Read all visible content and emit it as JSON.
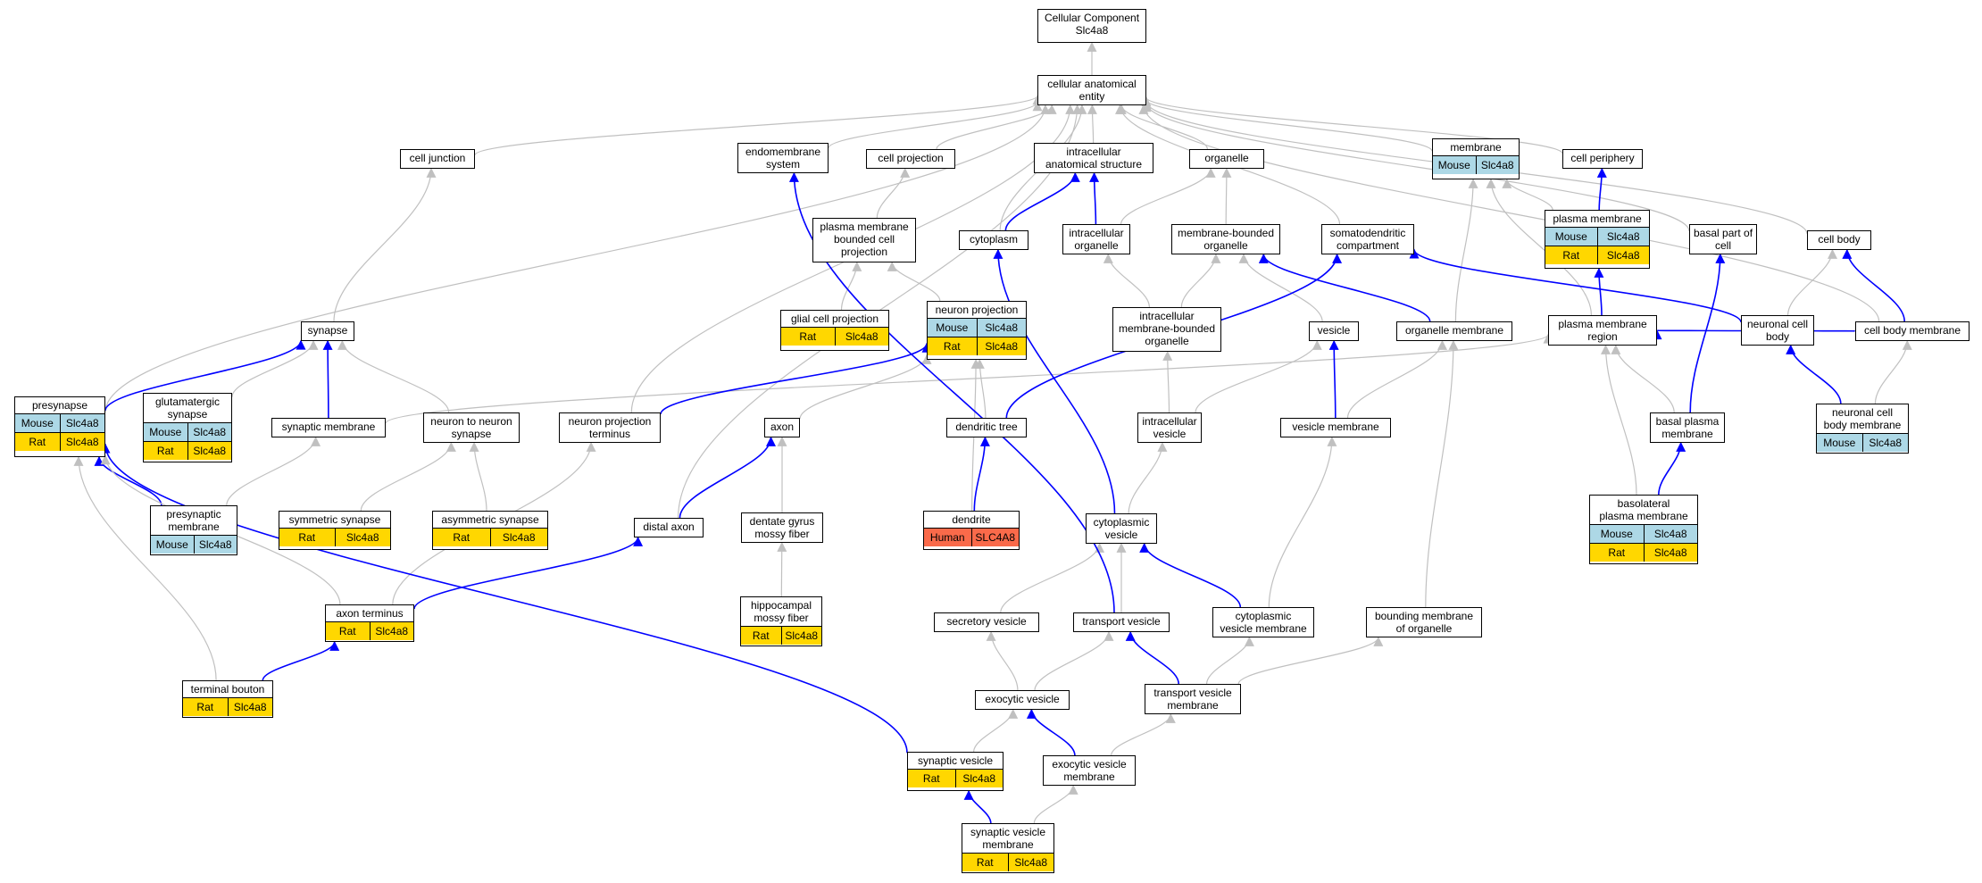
{
  "colors": {
    "grey_edge": "#c0c0c0",
    "blue_edge": "#0000ff",
    "mouse": "#add8e6",
    "rat": "#ffd700",
    "human": "#fa6a4a"
  },
  "nodes": {
    "root": {
      "lines": [
        "Cellular Component",
        "Slc4a8"
      ],
      "tags": []
    },
    "cae": {
      "lines": [
        "cellular anatomical",
        "entity"
      ],
      "tags": []
    },
    "cell_junction": {
      "lines": [
        "cell junction"
      ],
      "tags": []
    },
    "endomembrane": {
      "lines": [
        "endomembrane",
        "system"
      ],
      "tags": []
    },
    "cell_projection": {
      "lines": [
        "cell projection"
      ],
      "tags": []
    },
    "intracellular_as": {
      "lines": [
        "intracellular",
        "anatomical structure"
      ],
      "tags": []
    },
    "organelle": {
      "lines": [
        "organelle"
      ],
      "tags": []
    },
    "membrane": {
      "lines": [
        "membrane"
      ],
      "tags": [
        {
          "species": "Mouse",
          "gene": "Slc4a8"
        }
      ]
    },
    "cell_periphery": {
      "lines": [
        "cell periphery"
      ],
      "tags": []
    },
    "pm_bounded": {
      "lines": [
        "plasma membrane",
        "bounded cell",
        "projection"
      ],
      "tags": []
    },
    "cytoplasm": {
      "lines": [
        "cytoplasm"
      ],
      "tags": []
    },
    "intracellular_org": {
      "lines": [
        "intracellular",
        "organelle"
      ],
      "tags": []
    },
    "mb_organelle": {
      "lines": [
        "membrane-bounded",
        "organelle"
      ],
      "tags": []
    },
    "somatodendritic": {
      "lines": [
        "somatodendritic",
        "compartment"
      ],
      "tags": []
    },
    "plasma_membrane": {
      "lines": [
        "plasma membrane"
      ],
      "tags": [
        {
          "species": "Mouse",
          "gene": "Slc4a8"
        },
        {
          "species": "Rat",
          "gene": "Slc4a8"
        }
      ]
    },
    "basal_part": {
      "lines": [
        "basal part of",
        "cell"
      ],
      "tags": []
    },
    "cell_body": {
      "lines": [
        "cell body"
      ],
      "tags": []
    },
    "glial": {
      "lines": [
        "glial cell projection"
      ],
      "tags": [
        {
          "species": "Rat",
          "gene": "Slc4a8"
        }
      ]
    },
    "neuron_projection": {
      "lines": [
        "neuron projection"
      ],
      "tags": [
        {
          "species": "Mouse",
          "gene": "Slc4a8"
        },
        {
          "species": "Rat",
          "gene": "Slc4a8"
        }
      ]
    },
    "synapse": {
      "lines": [
        "synapse"
      ],
      "tags": []
    },
    "ic_mb_organelle": {
      "lines": [
        "intracellular",
        "membrane-bounded",
        "organelle"
      ],
      "tags": []
    },
    "vesicle": {
      "lines": [
        "vesicle"
      ],
      "tags": []
    },
    "organelle_membrane": {
      "lines": [
        "organelle membrane"
      ],
      "tags": []
    },
    "pm_region": {
      "lines": [
        "plasma membrane",
        "region"
      ],
      "tags": []
    },
    "neuronal_cell_body": {
      "lines": [
        "neuronal cell",
        "body"
      ],
      "tags": []
    },
    "cell_body_membrane": {
      "lines": [
        "cell body membrane"
      ],
      "tags": []
    },
    "presynapse": {
      "lines": [
        "presynapse"
      ],
      "tags": [
        {
          "species": "Mouse",
          "gene": "Slc4a8"
        },
        {
          "species": "Rat",
          "gene": "Slc4a8"
        }
      ]
    },
    "glutamatergic": {
      "lines": [
        "glutamatergic",
        "synapse"
      ],
      "tags": [
        {
          "species": "Mouse",
          "gene": "Slc4a8"
        },
        {
          "species": "Rat",
          "gene": "Slc4a8"
        }
      ]
    },
    "synaptic_membrane": {
      "lines": [
        "synaptic membrane"
      ],
      "tags": []
    },
    "n2n_synapse": {
      "lines": [
        "neuron to neuron",
        "synapse"
      ],
      "tags": []
    },
    "np_terminus": {
      "lines": [
        "neuron projection",
        "terminus"
      ],
      "tags": []
    },
    "axon": {
      "lines": [
        "axon"
      ],
      "tags": []
    },
    "dendritic_tree": {
      "lines": [
        "dendritic tree"
      ],
      "tags": []
    },
    "ic_vesicle": {
      "lines": [
        "intracellular",
        "vesicle"
      ],
      "tags": []
    },
    "vesicle_membrane": {
      "lines": [
        "vesicle membrane"
      ],
      "tags": []
    },
    "basal_pm": {
      "lines": [
        "basal plasma",
        "membrane"
      ],
      "tags": []
    },
    "neuronal_cbm": {
      "lines": [
        "neuronal cell",
        "body membrane"
      ],
      "tags": [
        {
          "species": "Mouse",
          "gene": "Slc4a8"
        }
      ]
    },
    "presynaptic_membrane": {
      "lines": [
        "presynaptic",
        "membrane"
      ],
      "tags": [
        {
          "species": "Mouse",
          "gene": "Slc4a8"
        }
      ]
    },
    "symmetric": {
      "lines": [
        "symmetric synapse"
      ],
      "tags": [
        {
          "species": "Rat",
          "gene": "Slc4a8"
        }
      ]
    },
    "asymmetric": {
      "lines": [
        "asymmetric synapse"
      ],
      "tags": [
        {
          "species": "Rat",
          "gene": "Slc4a8"
        }
      ]
    },
    "distal_axon": {
      "lines": [
        "distal axon"
      ],
      "tags": []
    },
    "dg_mossy": {
      "lines": [
        "dentate gyrus",
        "mossy fiber"
      ],
      "tags": []
    },
    "dendrite": {
      "lines": [
        "dendrite"
      ],
      "tags": [
        {
          "species": "Human",
          "gene": "SLC4A8"
        }
      ]
    },
    "cytoplasmic_vesicle": {
      "lines": [
        "cytoplasmic",
        "vesicle"
      ],
      "tags": []
    },
    "basolateral": {
      "lines": [
        "basolateral",
        "plasma membrane"
      ],
      "tags": [
        {
          "species": "Mouse",
          "gene": "Slc4a8"
        },
        {
          "species": "Rat",
          "gene": "Slc4a8"
        }
      ]
    },
    "axon_terminus": {
      "lines": [
        "axon terminus"
      ],
      "tags": [
        {
          "species": "Rat",
          "gene": "Slc4a8"
        }
      ]
    },
    "hippocampal": {
      "lines": [
        "hippocampal",
        "mossy fiber"
      ],
      "tags": [
        {
          "species": "Rat",
          "gene": "Slc4a8"
        }
      ]
    },
    "secretory": {
      "lines": [
        "secretory vesicle"
      ],
      "tags": []
    },
    "transport_vesicle": {
      "lines": [
        "transport vesicle"
      ],
      "tags": []
    },
    "cv_membrane": {
      "lines": [
        "cytoplasmic",
        "vesicle membrane"
      ],
      "tags": []
    },
    "bounding": {
      "lines": [
        "bounding membrane",
        "of organelle"
      ],
      "tags": []
    },
    "terminal_bouton": {
      "lines": [
        "terminal bouton"
      ],
      "tags": [
        {
          "species": "Rat",
          "gene": "Slc4a8"
        }
      ]
    },
    "exocytic_vesicle": {
      "lines": [
        "exocytic vesicle"
      ],
      "tags": []
    },
    "tv_membrane": {
      "lines": [
        "transport vesicle",
        "membrane"
      ],
      "tags": []
    },
    "synaptic_vesicle": {
      "lines": [
        "synaptic vesicle"
      ],
      "tags": [
        {
          "species": "Rat",
          "gene": "Slc4a8"
        }
      ]
    },
    "ev_membrane": {
      "lines": [
        "exocytic vesicle",
        "membrane"
      ],
      "tags": []
    },
    "sv_membrane": {
      "lines": [
        "synaptic vesicle",
        "membrane"
      ],
      "tags": [
        {
          "species": "Rat",
          "gene": "Slc4a8"
        }
      ]
    }
  },
  "edges": [
    {
      "from": "cae",
      "to": "root",
      "kind": "is_a"
    },
    {
      "from": "cell_junction",
      "to": "cae",
      "kind": "is_a"
    },
    {
      "from": "endomembrane",
      "to": "cae",
      "kind": "is_a"
    },
    {
      "from": "cell_projection",
      "to": "cae",
      "kind": "is_a"
    },
    {
      "from": "intracellular_as",
      "to": "cae",
      "kind": "is_a"
    },
    {
      "from": "organelle",
      "to": "cae",
      "kind": "is_a"
    },
    {
      "from": "membrane",
      "to": "cae",
      "kind": "is_a"
    },
    {
      "from": "cell_periphery",
      "to": "cae",
      "kind": "is_a"
    },
    {
      "from": "cytoplasm",
      "to": "cae",
      "kind": "is_a"
    },
    {
      "from": "somatodendritic",
      "to": "cae",
      "kind": "is_a"
    },
    {
      "from": "basal_part",
      "to": "cae",
      "kind": "is_a"
    },
    {
      "from": "cell_body",
      "to": "cae",
      "kind": "is_a"
    },
    {
      "from": "presynapse",
      "to": "cae",
      "kind": "is_a"
    },
    {
      "from": "np_terminus",
      "to": "cae",
      "kind": "is_a"
    },
    {
      "from": "distal_axon",
      "to": "cae",
      "kind": "is_a"
    },
    {
      "from": "cell_body_membrane",
      "to": "cae",
      "kind": "is_a"
    },
    {
      "from": "cytoplasm",
      "to": "intracellular_as",
      "kind": "part_of"
    },
    {
      "from": "intracellular_org",
      "to": "intracellular_as",
      "kind": "part_of"
    },
    {
      "from": "intracellular_org",
      "to": "organelle",
      "kind": "is_a"
    },
    {
      "from": "mb_organelle",
      "to": "organelle",
      "kind": "is_a"
    },
    {
      "from": "pm_bounded",
      "to": "cell_projection",
      "kind": "is_a"
    },
    {
      "from": "glial",
      "to": "pm_bounded",
      "kind": "is_a"
    },
    {
      "from": "neuron_projection",
      "to": "pm_bounded",
      "kind": "is_a"
    },
    {
      "from": "synapse",
      "to": "cell_junction",
      "kind": "is_a"
    },
    {
      "from": "plasma_membrane",
      "to": "cell_periphery",
      "kind": "part_of"
    },
    {
      "from": "plasma_membrane",
      "to": "membrane",
      "kind": "is_a"
    },
    {
      "from": "ic_mb_organelle",
      "to": "intracellular_org",
      "kind": "is_a"
    },
    {
      "from": "ic_mb_organelle",
      "to": "mb_organelle",
      "kind": "is_a"
    },
    {
      "from": "vesicle",
      "to": "mb_organelle",
      "kind": "is_a"
    },
    {
      "from": "organelle_membrane",
      "to": "mb_organelle",
      "kind": "part_of"
    },
    {
      "from": "organelle_membrane",
      "to": "membrane",
      "kind": "is_a"
    },
    {
      "from": "pm_region",
      "to": "membrane",
      "kind": "is_a"
    },
    {
      "from": "pm_region",
      "to": "plasma_membrane",
      "kind": "part_of"
    },
    {
      "from": "neuronal_cell_body",
      "to": "somatodendritic",
      "kind": "part_of"
    },
    {
      "from": "neuronal_cell_body",
      "to": "cell_body",
      "kind": "is_a"
    },
    {
      "from": "cell_body_membrane",
      "to": "cell_body",
      "kind": "part_of"
    },
    {
      "from": "cell_body_membrane",
      "to": "pm_region",
      "kind": "part_of"
    },
    {
      "from": "presynapse",
      "to": "synapse",
      "kind": "part_of"
    },
    {
      "from": "glutamatergic",
      "to": "synapse",
      "kind": "is_a"
    },
    {
      "from": "synaptic_membrane",
      "to": "synapse",
      "kind": "part_of"
    },
    {
      "from": "synaptic_membrane",
      "to": "pm_region",
      "kind": "is_a"
    },
    {
      "from": "n2n_synapse",
      "to": "synapse",
      "kind": "is_a"
    },
    {
      "from": "np_terminus",
      "to": "neuron_projection",
      "kind": "part_of"
    },
    {
      "from": "axon",
      "to": "neuron_projection",
      "kind": "is_a"
    },
    {
      "from": "dendritic_tree",
      "to": "neuron_projection",
      "kind": "is_a"
    },
    {
      "from": "dendritic_tree",
      "to": "somatodendritic",
      "kind": "part_of"
    },
    {
      "from": "dendrite",
      "to": "neuron_projection",
      "kind": "is_a"
    },
    {
      "from": "ic_vesicle",
      "to": "ic_mb_organelle",
      "kind": "is_a"
    },
    {
      "from": "ic_vesicle",
      "to": "vesicle",
      "kind": "is_a"
    },
    {
      "from": "vesicle_membrane",
      "to": "vesicle",
      "kind": "part_of"
    },
    {
      "from": "vesicle_membrane",
      "to": "organelle_membrane",
      "kind": "is_a"
    },
    {
      "from": "basal_pm",
      "to": "basal_part",
      "kind": "part_of"
    },
    {
      "from": "basal_pm",
      "to": "pm_region",
      "kind": "is_a"
    },
    {
      "from": "neuronal_cbm",
      "to": "neuronal_cell_body",
      "kind": "part_of"
    },
    {
      "from": "neuronal_cbm",
      "to": "cell_body_membrane",
      "kind": "is_a"
    },
    {
      "from": "presynaptic_membrane",
      "to": "presynapse",
      "kind": "part_of"
    },
    {
      "from": "presynaptic_membrane",
      "to": "synaptic_membrane",
      "kind": "is_a"
    },
    {
      "from": "symmetric",
      "to": "n2n_synapse",
      "kind": "is_a"
    },
    {
      "from": "asymmetric",
      "to": "n2n_synapse",
      "kind": "is_a"
    },
    {
      "from": "distal_axon",
      "to": "axon",
      "kind": "part_of"
    },
    {
      "from": "dg_mossy",
      "to": "axon",
      "kind": "is_a"
    },
    {
      "from": "dendrite",
      "to": "dendritic_tree",
      "kind": "part_of"
    },
    {
      "from": "cytoplasmic_vesicle",
      "to": "ic_vesicle",
      "kind": "is_a"
    },
    {
      "from": "cytoplasmic_vesicle",
      "to": "cytoplasm",
      "kind": "part_of"
    },
    {
      "from": "basolateral",
      "to": "pm_region",
      "kind": "is_a"
    },
    {
      "from": "basolateral",
      "to": "basal_pm",
      "kind": "part_of"
    },
    {
      "from": "axon_terminus",
      "to": "presynapse",
      "kind": "is_a"
    },
    {
      "from": "axon_terminus",
      "to": "np_terminus",
      "kind": "is_a"
    },
    {
      "from": "axon_terminus",
      "to": "distal_axon",
      "kind": "part_of"
    },
    {
      "from": "hippocampal",
      "to": "dg_mossy",
      "kind": "is_a"
    },
    {
      "from": "secretory",
      "to": "cytoplasmic_vesicle",
      "kind": "is_a"
    },
    {
      "from": "transport_vesicle",
      "to": "cytoplasmic_vesicle",
      "kind": "is_a"
    },
    {
      "from": "transport_vesicle",
      "to": "endomembrane",
      "kind": "part_of"
    },
    {
      "from": "cv_membrane",
      "to": "cytoplasmic_vesicle",
      "kind": "part_of"
    },
    {
      "from": "cv_membrane",
      "to": "vesicle_membrane",
      "kind": "is_a"
    },
    {
      "from": "bounding",
      "to": "organelle_membrane",
      "kind": "is_a"
    },
    {
      "from": "terminal_bouton",
      "to": "presynapse",
      "kind": "is_a"
    },
    {
      "from": "terminal_bouton",
      "to": "axon_terminus",
      "kind": "part_of"
    },
    {
      "from": "exocytic_vesicle",
      "to": "secretory",
      "kind": "is_a"
    },
    {
      "from": "exocytic_vesicle",
      "to": "transport_vesicle",
      "kind": "is_a"
    },
    {
      "from": "tv_membrane",
      "to": "transport_vesicle",
      "kind": "part_of"
    },
    {
      "from": "tv_membrane",
      "to": "cv_membrane",
      "kind": "is_a"
    },
    {
      "from": "tv_membrane",
      "to": "bounding",
      "kind": "is_a"
    },
    {
      "from": "synaptic_vesicle",
      "to": "exocytic_vesicle",
      "kind": "is_a"
    },
    {
      "from": "synaptic_vesicle",
      "to": "presynapse",
      "kind": "part_of"
    },
    {
      "from": "ev_membrane",
      "to": "exocytic_vesicle",
      "kind": "part_of"
    },
    {
      "from": "ev_membrane",
      "to": "tv_membrane",
      "kind": "is_a"
    },
    {
      "from": "sv_membrane",
      "to": "synaptic_vesicle",
      "kind": "part_of"
    },
    {
      "from": "sv_membrane",
      "to": "ev_membrane",
      "kind": "is_a"
    }
  ]
}
